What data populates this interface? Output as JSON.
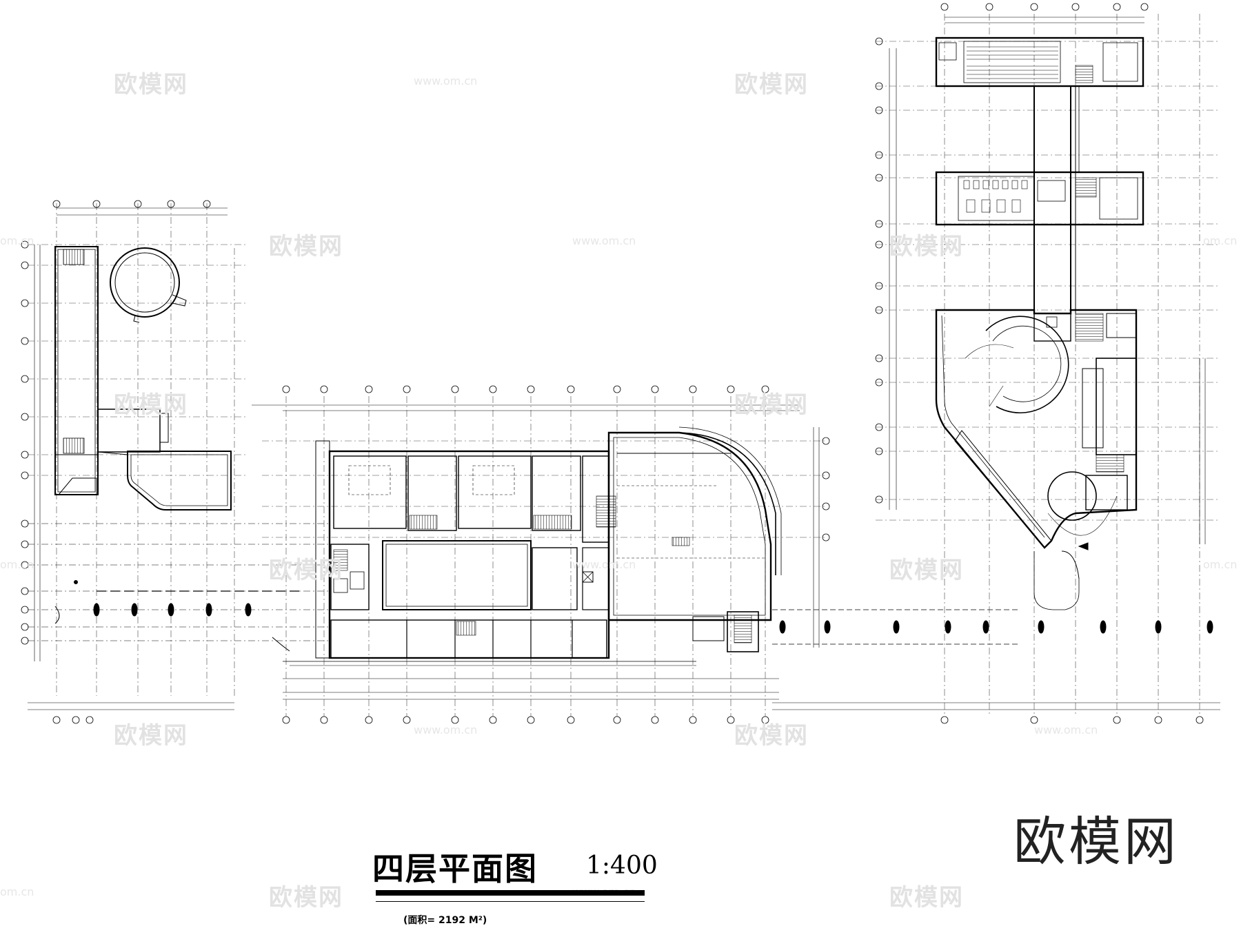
{
  "drawing": {
    "title": "四层平面图",
    "scale": "1:400",
    "area": "(面积= 2192 M²)"
  },
  "watermark": {
    "brand": "欧模网",
    "tile_text": "欧模网",
    "url_text": "www.om.cn",
    "url_edge_text": "om.cn"
  }
}
